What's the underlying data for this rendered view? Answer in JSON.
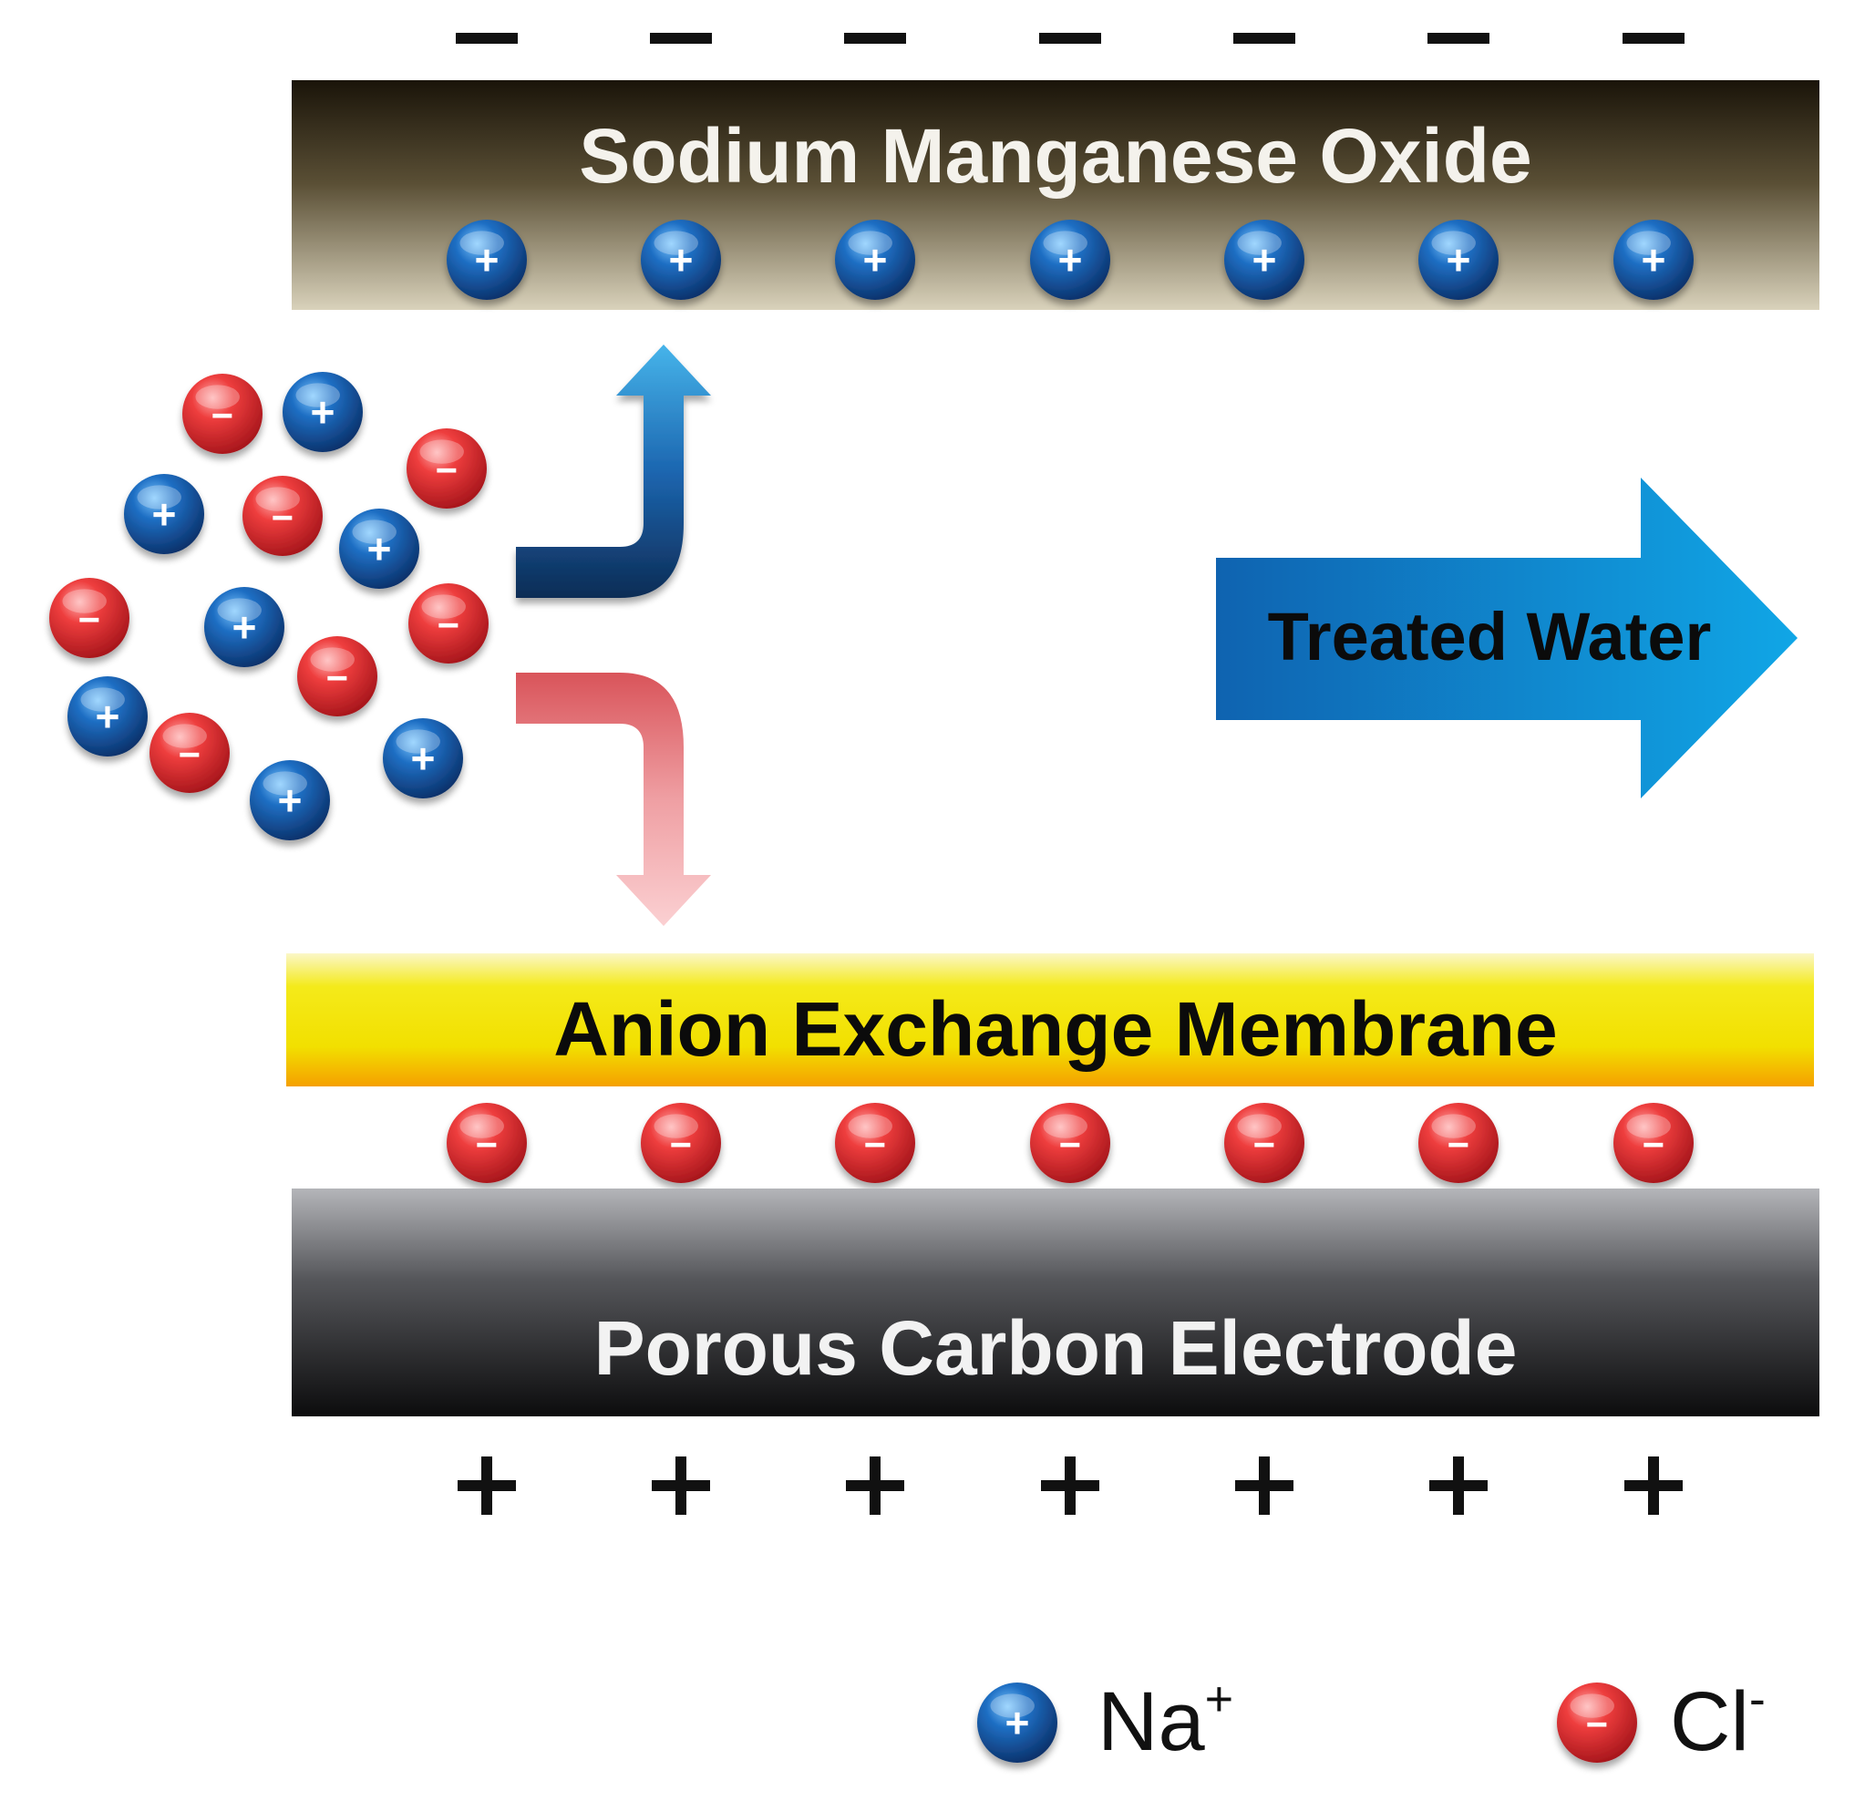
{
  "top_electrode": {
    "label": "Sodium Manganese Oxide",
    "polarity_sign": "−"
  },
  "membrane": {
    "label": "Anion Exchange Membrane"
  },
  "bottom_electrode": {
    "label": "Porous Carbon Electrode",
    "polarity_sign": "+"
  },
  "flow_arrow": {
    "label": "Treated Water"
  },
  "ion_symbols": {
    "cation": "+",
    "anion": "−"
  },
  "legend": {
    "cation_label": "Na",
    "cation_charge": "+",
    "anion_label": "Cl",
    "anion_charge": "-"
  },
  "colors": {
    "cation_blue": "#0b4f9e",
    "anion_red": "#e53030",
    "top_electrode": "#2b2414",
    "membrane_yellow": "#f3e800",
    "bottom_electrode": "#3a3a3c",
    "flow_arrow": "#1b7fc8"
  }
}
